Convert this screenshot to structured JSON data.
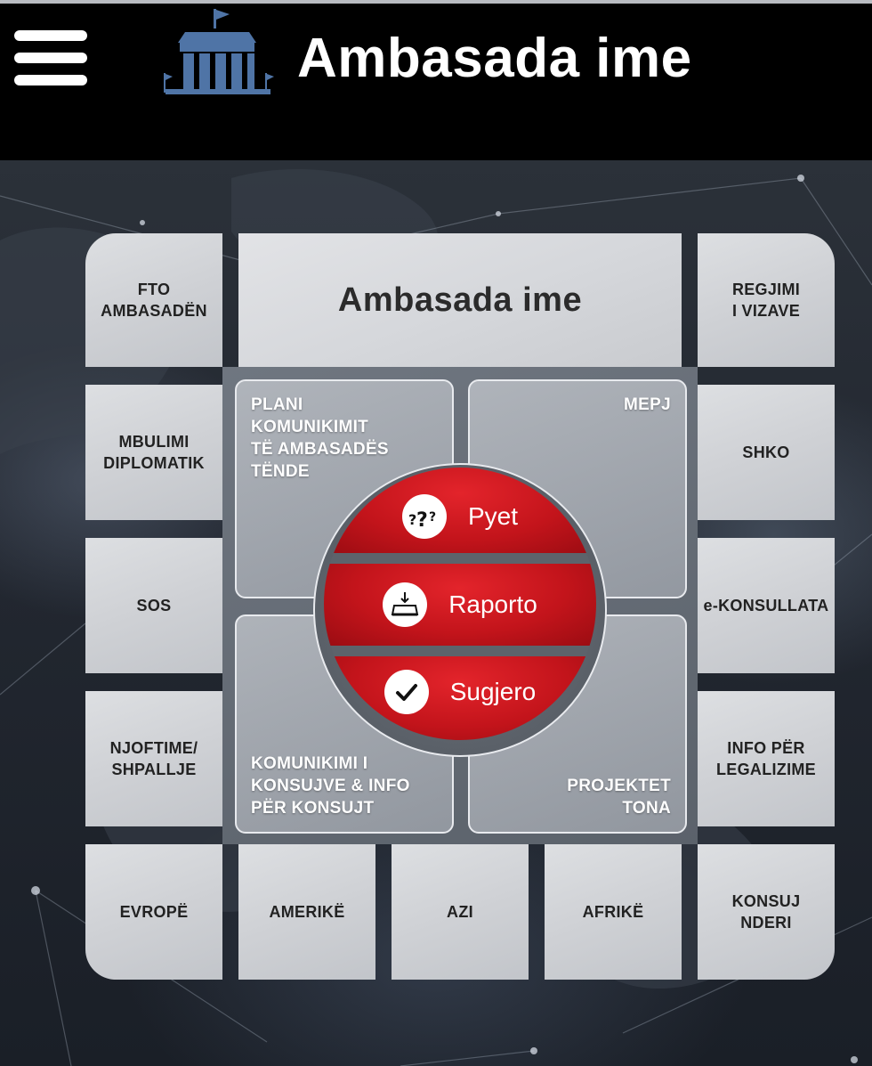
{
  "header": {
    "app_title": "Ambasada ime",
    "menu_icon": "hamburger-menu-icon",
    "logo_icon": "embassy-building-icon"
  },
  "board": {
    "title": "Ambasada ime",
    "left_tiles": [
      "FTO\nAMBASADËN",
      "MBULIMI\nDIPLOMATIK",
      "SOS",
      "NJOFTIME/\nSHPALLJE",
      "EVROPË"
    ],
    "right_tiles": [
      "REGJIMI\nI VIZAVE",
      "SHKO",
      "e-KONSULLATA",
      "INFO PËR\nLEGALIZIME",
      "KONSUJ\nNDERI"
    ],
    "bottom_tiles": [
      "AMERIKË",
      "AZI",
      "AFRIKË"
    ],
    "quadrants": {
      "top_left": "PLANI\nKOMUNIKIMIT\nTË AMBASADËS\nTËNDE",
      "top_right": "MEPJ",
      "bottom_left": "KOMUNIKIMI I\nKONSUJVE & INFO\nPËR KONSUJT",
      "bottom_right": "PROJEKTET\nTONA"
    }
  },
  "hub": {
    "ask_label": "Pyet",
    "report_label": "Raporto",
    "suggest_label": "Sugjero",
    "ask_icon": "question-marks-icon",
    "report_icon": "report-inbox-icon",
    "suggest_icon": "checkmark-icon"
  },
  "colors": {
    "header_bg": "#000000",
    "accent_red": "#d0181f",
    "tile_bg": "#d3d5d9",
    "logo_blue": "#4f74a6"
  }
}
